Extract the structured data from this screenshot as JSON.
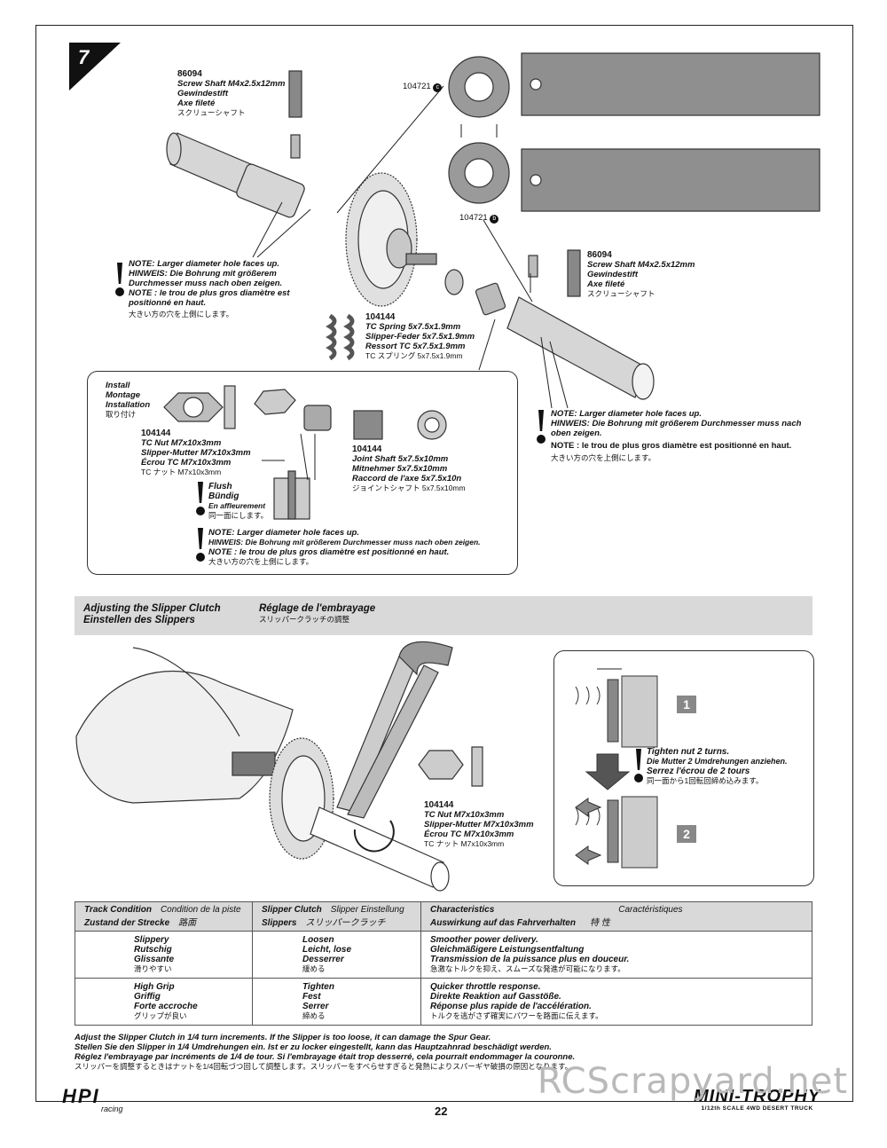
{
  "step": "7",
  "parts": {
    "screw_top": {
      "number": "86094",
      "lines": [
        "Screw Shaft M4x2.5x12mm",
        "Gewindestift",
        "Axe fileté"
      ],
      "ja": "スクリューシャフト"
    },
    "screw_right": {
      "number": "86094",
      "lines": [
        "Screw Shaft M4x2.5x12mm",
        "Gewindestift",
        "Axe fileté"
      ],
      "ja": "スクリューシャフト"
    },
    "part_c_top": "104721",
    "part_b_mid": "104721",
    "spring": {
      "number": "104144",
      "lines": [
        "TC Spring 5x7.5x1.9mm",
        "Slipper-Feder 5x7.5x1.9mm",
        "Ressort TC 5x7.5x1.9mm"
      ],
      "ja": "TC スプリング 5x7.5x1.9mm"
    },
    "nut": {
      "number": "104144",
      "lines": [
        "TC Nut M7x10x3mm",
        "Slipper-Mutter M7x10x3mm",
        "Écrou TC M7x10x3mm"
      ],
      "ja": "TC ナット M7x10x3mm"
    },
    "joint": {
      "number": "104144",
      "lines": [
        "Joint Shaft 5x7.5x10mm",
        "Mitnehmer 5x7.5x10mm",
        "Raccord de l'axe 5x7.5x10n"
      ],
      "ja": "ジョイントシャフト 5x7.5x10mm"
    },
    "nut2": {
      "number": "104144",
      "lines": [
        "TC Nut M7x10x3mm",
        "Slipper-Mutter M7x10x3mm",
        "Écrou TC M7x10x3mm"
      ],
      "ja": "TC ナット M7x10x3mm"
    }
  },
  "notes": {
    "left": {
      "en": "NOTE: Larger diameter hole faces up.",
      "de": "HINWEIS: Die Bohrung mit größerem Durchmesser muss nach oben zeigen.",
      "fr": "NOTE : le trou de plus gros diamètre est positionné en haut.",
      "ja": "大きい方の穴を上側にします。"
    },
    "right": {
      "en": "NOTE: Larger diameter hole faces up.",
      "de": "HINWEIS: Die Bohrung mit größerem Durchmesser muss nach oben zeigen.",
      "fr": "NOTE : le trou de plus gros diamètre est positionné en haut.",
      "ja": "大きい方の穴を上側にします。"
    },
    "inset": {
      "en": "NOTE: Larger diameter hole faces up.",
      "de": "HINWEIS: Die Bohrung mit größerem Durchmesser muss nach oben zeigen.",
      "fr": "NOTE : le trou de plus gros diamètre est positionné en haut.",
      "ja": "大きい方の穴を上側にします。"
    }
  },
  "install": {
    "lines": [
      "Install",
      "Montage",
      "Installation"
    ],
    "ja": "取り付け"
  },
  "flush": {
    "lines": [
      "Flush",
      "Bündig",
      "En affleurement"
    ],
    "ja": "同一面にします。"
  },
  "section": {
    "title1": "Adjusting the Slipper Clutch",
    "title2": "Einstellen des Slippers",
    "title3": "Réglage de l'embrayage",
    "title_ja": "スリッパークラッチの調整"
  },
  "tighten": {
    "lines": [
      "Tighten nut 2 turns.",
      "Die Mutter 2 Umdrehungen anziehen.",
      "Serrez l'écrou de 2 tours"
    ],
    "ja": "同一面から1回転回締め込みます。"
  },
  "badges": [
    "1",
    "2"
  ],
  "table": {
    "headers": [
      {
        "a": "Track Condition",
        "b": "Condition de la piste",
        "c": "Zustand der Strecke",
        "d": "路面"
      },
      {
        "a": "Slipper Clutch",
        "b": "Slipper Einstellung",
        "c": "Slippers",
        "d": "スリッパークラッチ"
      },
      {
        "a": "Characteristics",
        "b": "Caractéristiques",
        "c": "Auswirkung auf das Fahrverhalten",
        "d": "特 性"
      }
    ],
    "rows": [
      {
        "cond": [
          "Slippery",
          "Rutschig",
          "Glissante"
        ],
        "cond_ja": "滑りやすい",
        "clutch": [
          "Loosen",
          "Leicht, lose",
          "Desserrer"
        ],
        "clutch_ja": "緩める",
        "char": [
          "Smoother power delivery.",
          "Gleichmäßigere Leistungsentfaltung",
          "Transmission de la puissance plus en douceur."
        ],
        "char_ja": "急激なトルクを抑え、スムーズな発進が可能になります。"
      },
      {
        "cond": [
          "High Grip",
          "Griffig",
          "Forte accroche"
        ],
        "cond_ja": "グリップが良い",
        "clutch": [
          "Tighten",
          "Fest",
          "Serrer"
        ],
        "clutch_ja": "締める",
        "char": [
          "Quicker throttle response.",
          "Direkte Reaktion auf Gasstöße.",
          "Réponse plus rapide de l'accélération."
        ],
        "char_ja": "トルクを逃がさず確実にパワーを路面に伝えます。"
      }
    ]
  },
  "footer": {
    "lines": [
      "Adjust the Slipper Clutch in 1/4 turn increments. If the Slipper is too loose, it can damage the Spur Gear.",
      "Stellen Sie den Slipper in 1/4 Umdrehungen ein. Ist er zu locker eingestellt, kann das Hauptzahnrad beschädigt werden.",
      "Réglez l'embrayage par incréments de 1/4 de tour. Si l'embrayage était trop desserré, cela pourrait endommager la couronne.",
      "スリッパーを調整するときはナットを1/4回転づつ回して調整します。スリッパーをすべらせすぎると発熱によりスパーギヤ破損の原因となります。"
    ],
    "page": "22",
    "brand": "HPI",
    "brand_sub": "racing",
    "product": "MINI-TROPHY",
    "product_sub": "1/12th SCALE 4WD DESERT TRUCK",
    "watermark": "RCScrapyard.net"
  }
}
